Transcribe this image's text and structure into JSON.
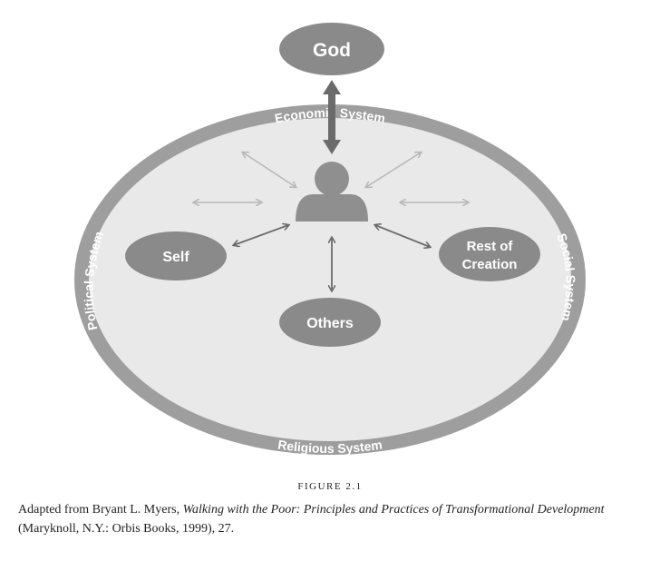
{
  "nodes": {
    "god": "God",
    "self": "Self",
    "rest_line1": "Rest of",
    "rest_line2": "Creation",
    "others": "Others"
  },
  "systems": {
    "top": "Economic System",
    "bottom": "Religious System",
    "left": "Political System",
    "right": "Social System"
  },
  "caption": {
    "figure_label": "FIGURE 2.1",
    "prefix": "Adapted from Bryant L. Myers, ",
    "book_title": "Walking with the Poor: Principles and Practices of Transformational Development",
    "suffix": " (Maryknoll, N.Y.: Orbis Books, 1999), 27."
  },
  "colors": {
    "ring": "#9e9e9e",
    "inner": "#e9e9e9",
    "node": "#8a8a8a",
    "person": "#8f8f8f",
    "arrow_dark": "#6b6b6b",
    "arrow_light": "#b8b8b8"
  }
}
